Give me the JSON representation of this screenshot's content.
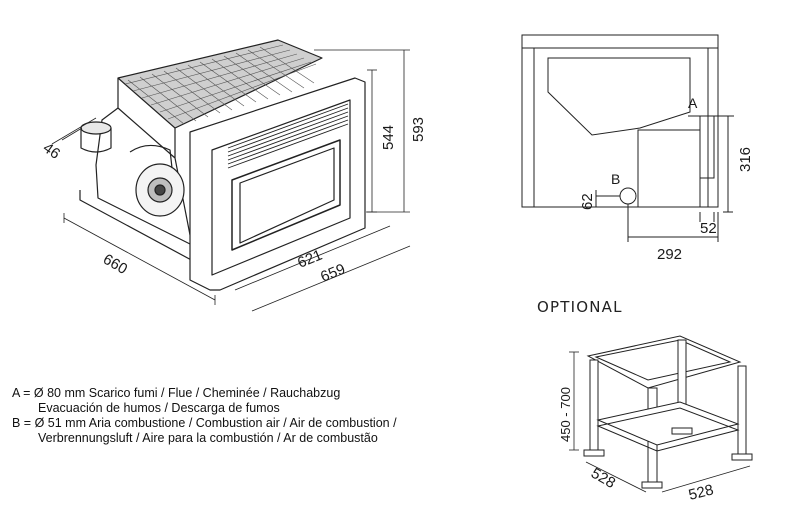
{
  "dimensions": {
    "depth_left": "660",
    "front_inner_width": "621",
    "front_outer_width": "659",
    "height_inner": "544",
    "height_outer": "593",
    "angle": "46",
    "side_height": "316",
    "flue_offset": "52",
    "inlet_height": "62",
    "rear_depth": "292"
  },
  "labels": {
    "a": "A",
    "b": "B"
  },
  "optional": {
    "title": "OPTIONAL",
    "stand_height": "450 - 700",
    "stand_width": "528",
    "stand_depth": "528"
  },
  "legend": {
    "a_line1": "A = Ø 80 mm  Scarico fumi / Flue / Cheminée / Rauchabzug",
    "a_line2": "Evacuación de humos / Descarga de fumos",
    "b_line1": "B = Ø 51 mm  Aria combustione / Combustion air / Air de combustion /",
    "b_line2": "Verbrennungsluft  / Aire para la combustión / Ar de combustão"
  }
}
